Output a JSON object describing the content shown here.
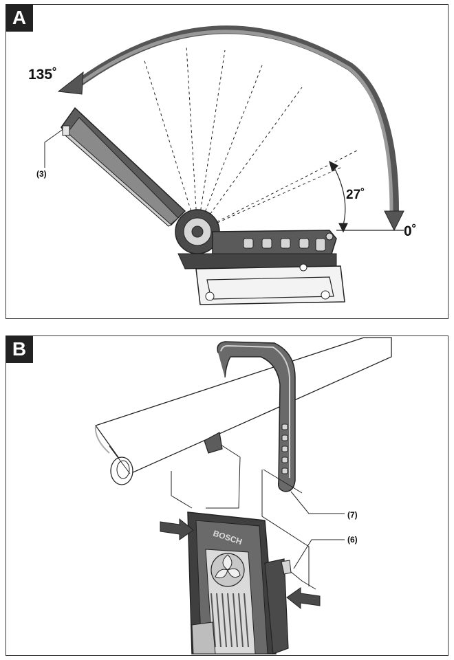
{
  "panel_a": {
    "badge": "A",
    "angle_max": "135˚",
    "angle_zero": "0˚",
    "angle_mid": "27˚",
    "callout_3": "(3)"
  },
  "panel_b": {
    "badge": "B",
    "callout_7": "(7)",
    "callout_6": "(6)",
    "brand": "BOSCH"
  },
  "colors": {
    "dark_gray": "#4a4a4a",
    "mid_gray": "#8a8a8a",
    "light_gray": "#d6d6d6",
    "outline": "#222222"
  }
}
